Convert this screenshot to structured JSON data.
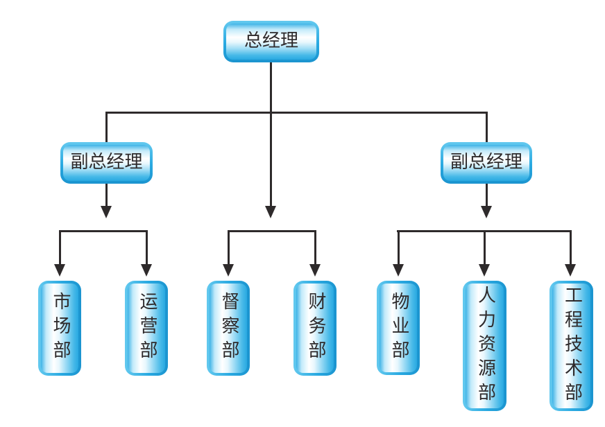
{
  "diagram": {
    "type": "org-chart",
    "root": {
      "label": "总经理"
    },
    "deputies": [
      {
        "label": "副总经理",
        "position": "left"
      },
      {
        "label": "副总经理",
        "position": "right"
      }
    ],
    "departments": [
      {
        "label": "市场部",
        "reports_to": "deputy-left"
      },
      {
        "label": "运营部",
        "reports_to": "deputy-left"
      },
      {
        "label": "督察部",
        "reports_to": "root"
      },
      {
        "label": "财务部",
        "reports_to": "root"
      },
      {
        "label": "物业部",
        "reports_to": "deputy-right"
      },
      {
        "label": "人力资源部",
        "reports_to": "deputy-right"
      },
      {
        "label": "工程技术部",
        "reports_to": "deputy-right"
      }
    ],
    "colors": {
      "accent_blue": "#29a9e1",
      "accent_blue_dark": "#1b94cf",
      "accent_blue_light": "#63c9ef",
      "highlight": "#ffffff",
      "line_color": "#2e2a2b",
      "text_color": "#2e2a2b",
      "bg": "#ffffff"
    }
  }
}
